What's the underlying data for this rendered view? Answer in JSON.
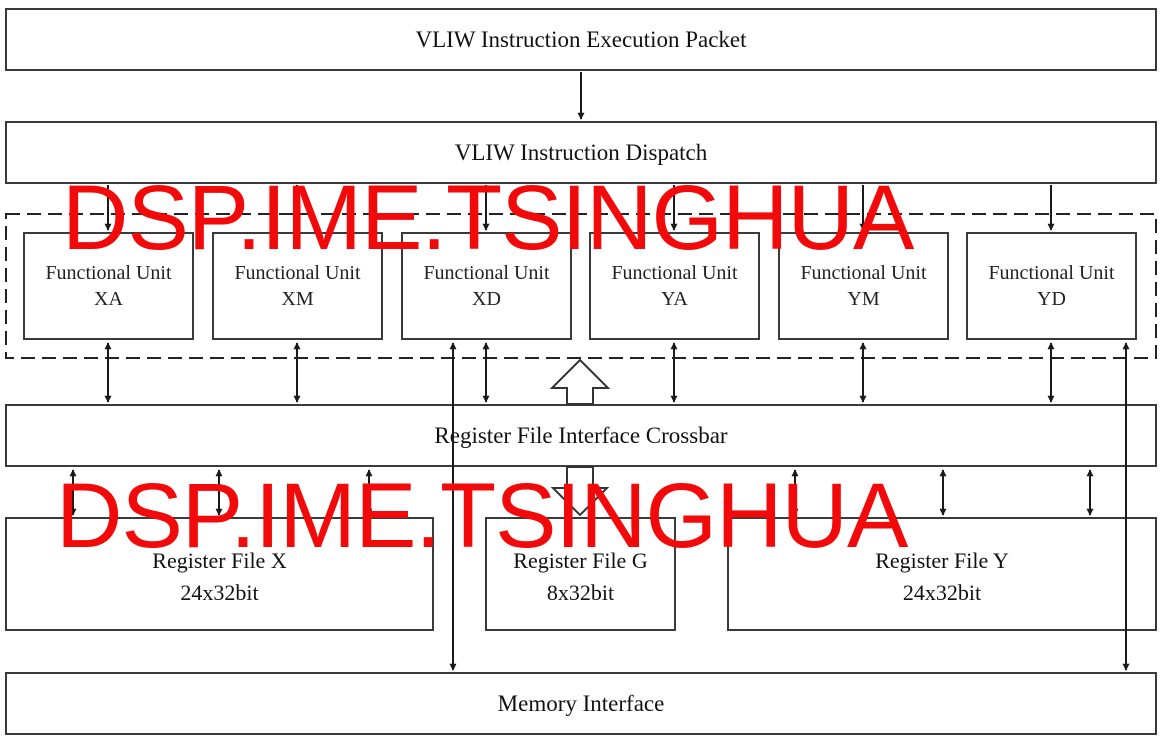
{
  "execution_packet": "VLIW Instruction Execution Packet",
  "dispatch": "VLIW Instruction Dispatch",
  "functional_units": [
    {
      "line1": "Functional Unit",
      "line2": "XA"
    },
    {
      "line1": "Functional Unit",
      "line2": "XM"
    },
    {
      "line1": "Functional Unit",
      "line2": "XD"
    },
    {
      "line1": "Functional Unit",
      "line2": "YA"
    },
    {
      "line1": "Functional Unit",
      "line2": "YM"
    },
    {
      "line1": "Functional Unit",
      "line2": "YD"
    }
  ],
  "crossbar": "Register File Interface Crossbar",
  "register_files": [
    {
      "name": "Register File X",
      "size": "24x32bit"
    },
    {
      "name": "Register File G",
      "size": "8x32bit"
    },
    {
      "name": "Register File Y",
      "size": "24x32bit"
    }
  ],
  "memory": "Memory Interface",
  "watermark": "DSP.IME.TSINGHUA",
  "colors": {
    "watermark": "#f20a0a",
    "stroke": "#3a3a3a"
  }
}
